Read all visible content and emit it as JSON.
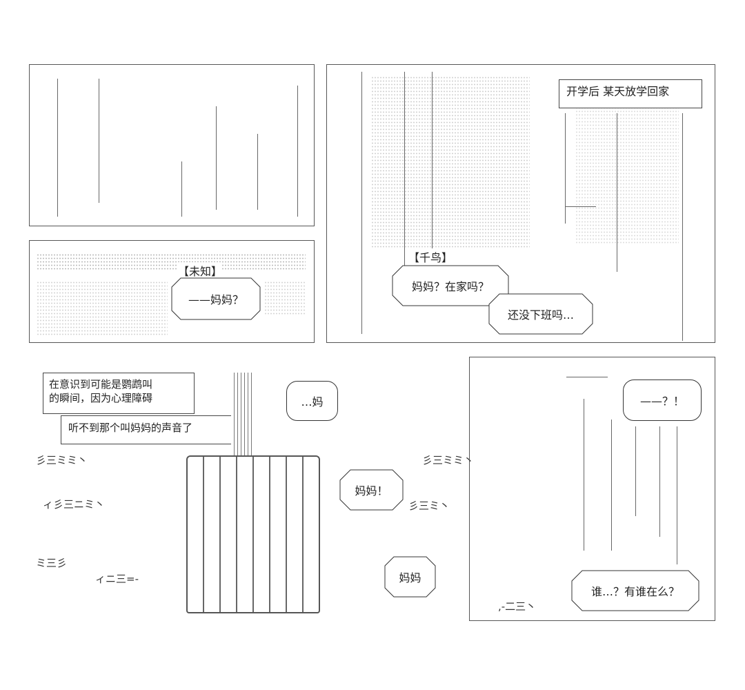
{
  "panels": {
    "p1": {
      "art": "ascii-art-hair"
    },
    "p2": {
      "speaker": "【未知】",
      "bubble": "——妈妈？"
    },
    "p3": {
      "caption": "开学后 某天放学回家",
      "speaker": "【千鸟】",
      "bubble1": "妈妈？在家吗？",
      "bubble2": "还没下班吗…"
    },
    "p5": {
      "caption1_line1": "在意识到可能是鹦鹉叫",
      "caption1_line2": "的瞬间，因为心理障碍",
      "caption2": "听不到那个叫妈妈的声音了",
      "bubble_cage": "…妈",
      "bubble_shout": "妈妈！",
      "bubble_small": "妈妈",
      "sfx": [
        "彡三ミミ丶",
        "彡三ミミ丶",
        "彡三ミ丶",
        "ミ三彡",
        "ィ彡三ニミ丶",
        "ィニ三=-"
      ]
    },
    "p4": {
      "bubble_shock": "——？！",
      "bubble_question": "谁…？有谁在么？",
      "sfx": ",-二三丶"
    }
  }
}
